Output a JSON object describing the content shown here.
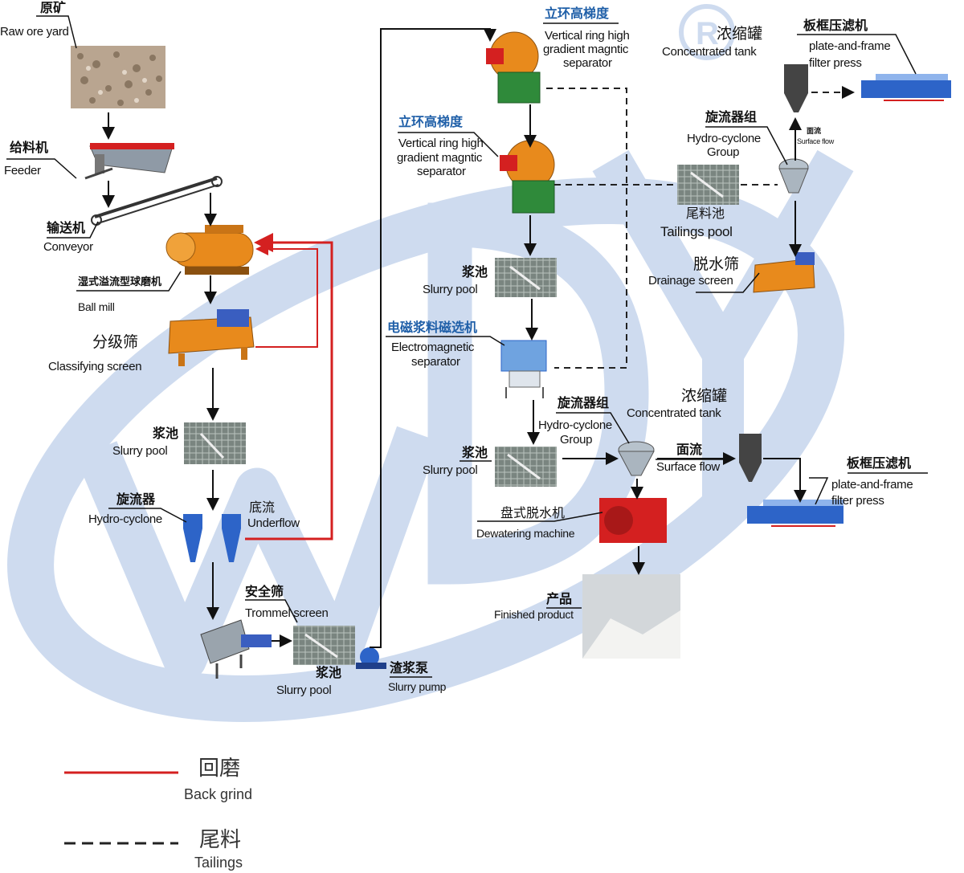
{
  "colors": {
    "back_grind": "#d42020",
    "tailings": "#222222",
    "flow": "#111111",
    "watermark": "#c9d8ee",
    "equipment_orange": "#e88a1c",
    "equipment_green": "#2f8a3a",
    "equipment_blue": "#2d64c8",
    "label_blue": "#1f5fa8"
  },
  "labels": {
    "raw_ore": {
      "cn": "原矿",
      "en": "Raw ore yard"
    },
    "feeder": {
      "cn": "给料机",
      "en": "Feeder"
    },
    "conveyor": {
      "cn": "输送机",
      "en": "Conveyor"
    },
    "ball_mill": {
      "cn": "湿式溢流型球磨机",
      "en": "Ball mill"
    },
    "classifying_screen": {
      "cn": "分级筛",
      "en": "Classifying screen"
    },
    "slurry_pool_1": {
      "cn": "浆池",
      "en": "Slurry pool"
    },
    "hydro_cyclone": {
      "cn": "旋流器",
      "en": "Hydro-cyclone"
    },
    "underflow": {
      "cn": "底流",
      "en": "Underflow"
    },
    "trommel": {
      "cn": "安全筛",
      "en": "Trommel screen"
    },
    "slurry_pool_2": {
      "cn": "浆池",
      "en": "Slurry pool"
    },
    "slurry_pump": {
      "cn": "渣浆泵",
      "en": "Slurry pump"
    },
    "vrhg_1": {
      "cn": "立环高梯度",
      "en1": "Vertical ring high",
      "en2": "gradient magntic",
      "en3": "separator"
    },
    "vrhg_2": {
      "cn": "立环高梯度",
      "en1": "Vertical ring high",
      "en2": "gradient magntic",
      "en3": "separator"
    },
    "slurry_pool_3": {
      "cn": "浆池",
      "en": "Slurry pool"
    },
    "em_separator": {
      "cn": "电磁浆料磁选机",
      "en1": "Electromagnetic",
      "en2": "separator"
    },
    "hc_group_2": {
      "cn": "旋流器组",
      "en1": "Hydro-cyclone",
      "en2": "Group"
    },
    "slurry_pool_4": {
      "cn": "浆池",
      "en": "Slurry pool"
    },
    "dewatering": {
      "cn": "盘式脱水机",
      "en": "Dewatering machine"
    },
    "finished": {
      "cn": "产品",
      "en": "Finished product"
    },
    "conc_tank_2": {
      "cn": "浓缩罐",
      "en": "Concentrated tank"
    },
    "surface_flow_2": {
      "cn": "面流",
      "en": "Surface flow"
    },
    "filter_press_2": {
      "cn": "板框压滤机",
      "en1": "plate-and-frame",
      "en2": "filter press"
    },
    "conc_tank_1": {
      "cn": "浓缩罐",
      "en": "Concentrated tank"
    },
    "filter_press_1": {
      "cn": "板框压滤机",
      "en1": "plate-and-frame",
      "en2": "filter press"
    },
    "hc_group_1": {
      "cn": "旋流器组",
      "en1": "Hydro-cyclone",
      "en2": "Group"
    },
    "surface_flow_1": {
      "cn": "面流",
      "en": "Surface flow"
    },
    "tailings_pool": {
      "cn": "尾料池",
      "en": "Tailings pool"
    },
    "drainage": {
      "cn": "脱水筛",
      "en": "Drainage screen"
    }
  },
  "legend": {
    "back_grind": {
      "cn": "回磨",
      "en": "Back grind"
    },
    "tailings": {
      "cn": "尾料",
      "en": "Tailings"
    }
  }
}
